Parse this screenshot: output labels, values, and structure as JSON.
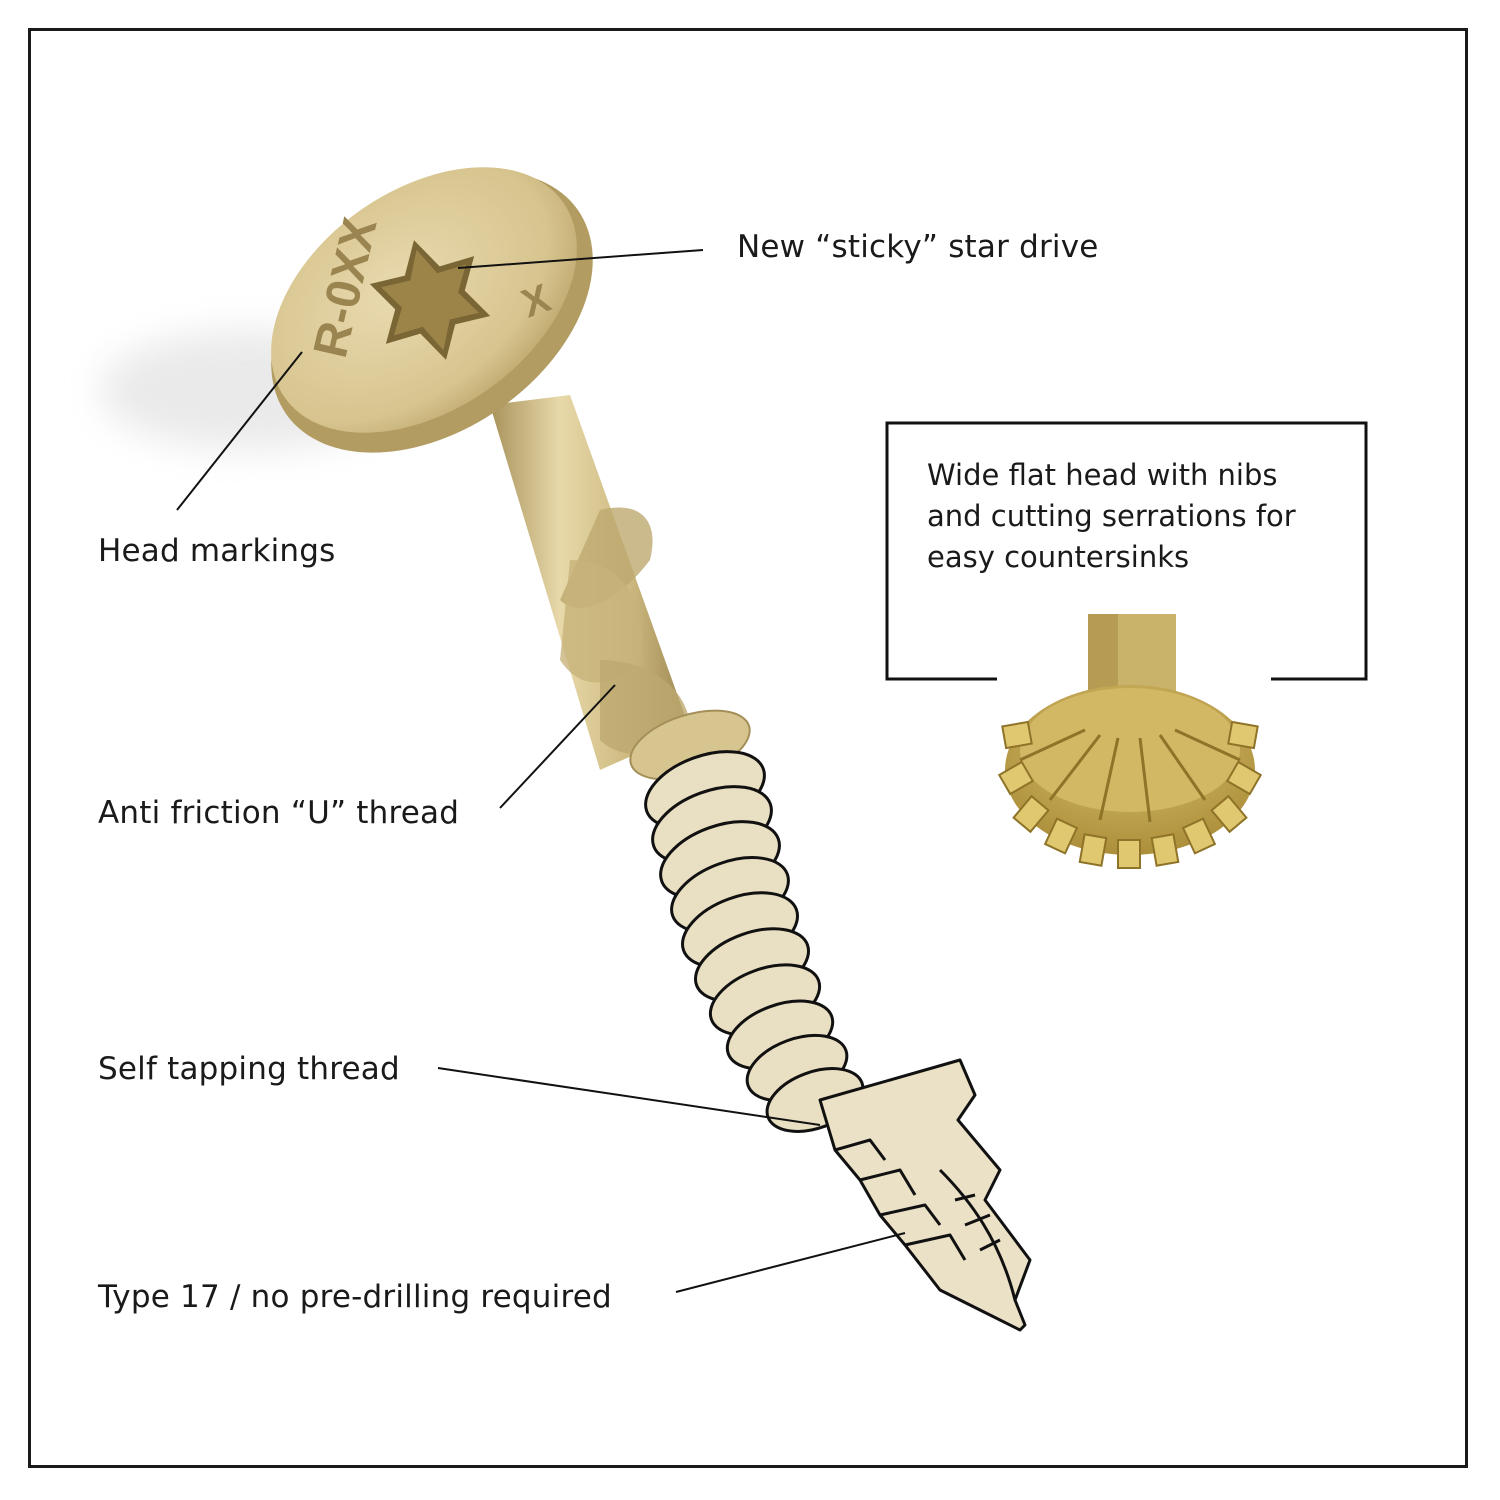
{
  "labels": {
    "star_drive": "New “sticky” star drive",
    "head_markings": "Head markings",
    "u_thread": "Anti friction “U” thread",
    "self_tapping": "Self tapping thread",
    "type17": "Type 17 / no pre-drilling required",
    "callout": "Wide flat head with nibs\nand cutting serrations for\neasy countersinks"
  },
  "head_marking_text": {
    "code": "R-0XX",
    "mark": "X"
  },
  "colors": {
    "frame": "#1a1a1a",
    "text": "#1a1a1a",
    "screw_light": "#e6d5a3",
    "screw_mid": "#cbb67c",
    "screw_dark": "#9c8650",
    "thread_fill": "#e9dfc2",
    "thread_line": "#111111",
    "detail_gold": "#c9ad55"
  },
  "icons": {
    "screw": "screw-illustration",
    "star_drive": "torx-star-icon",
    "head_detail": "serrated-countersink-head"
  }
}
